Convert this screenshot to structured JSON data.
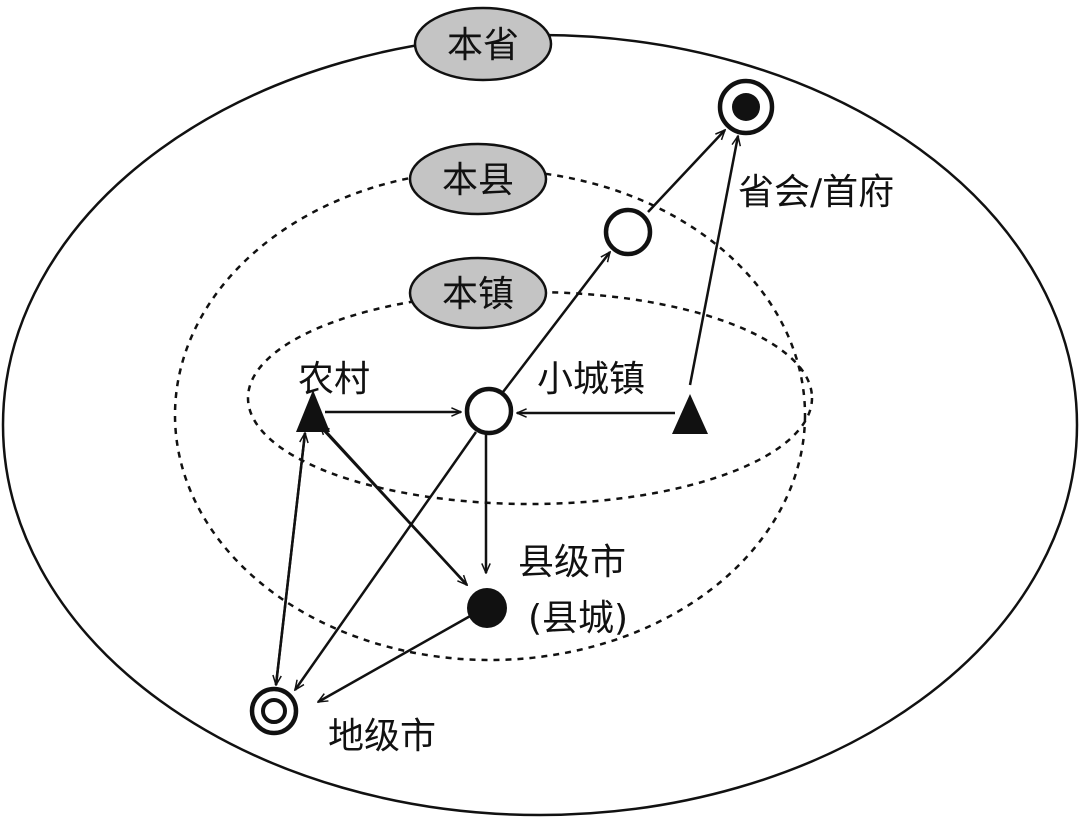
{
  "regions": {
    "province": {
      "label": "本省"
    },
    "county": {
      "label": "本县"
    },
    "town": {
      "label": "本镇"
    }
  },
  "nodes": {
    "village": {
      "label": "农村"
    },
    "small_town": {
      "label": "小城镇"
    },
    "county_city": {
      "label_line1": "县级市",
      "label_line2": "(县城)"
    },
    "prefecture_city": {
      "label": "地级市"
    },
    "provincial_capital": {
      "label": "省会/首府"
    }
  },
  "colors": {
    "line": "#111111",
    "badge_fill": "#c4c4c4",
    "background": "#ffffff"
  }
}
